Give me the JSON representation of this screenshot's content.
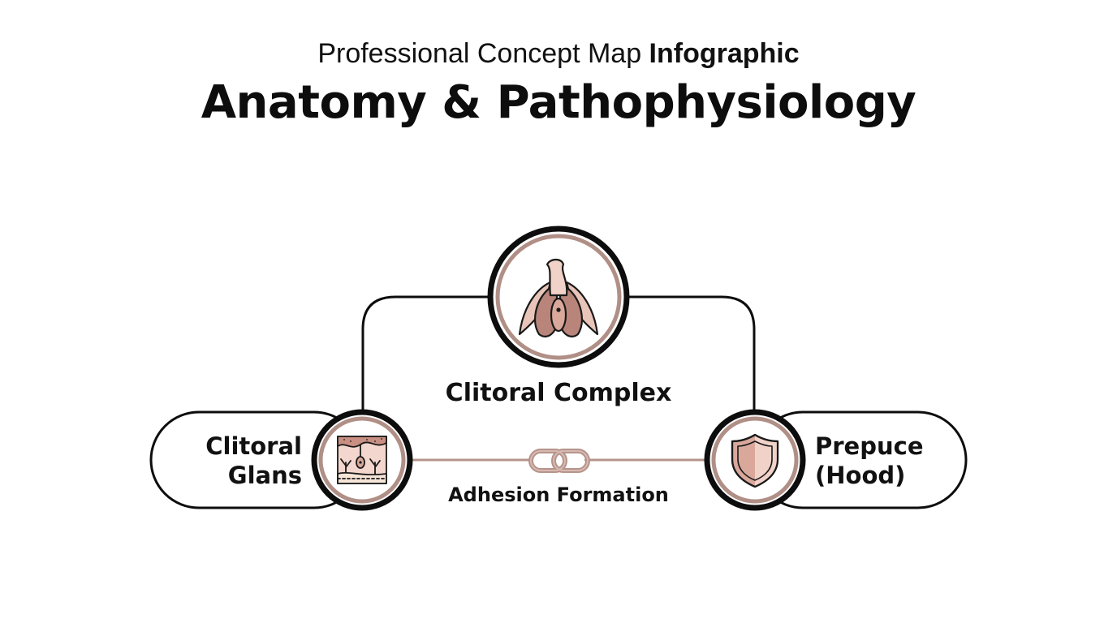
{
  "header": {
    "subtitle_regular": "Professional Concept Map ",
    "subtitle_bold": "Infographic",
    "title": "Anatomy & Pathophysiology"
  },
  "nodes": {
    "center": {
      "label": "Clitoral Complex",
      "icon": "clitoris-anatomy-icon"
    },
    "left": {
      "label_line1": "Clitoral",
      "label_line2": "Glans",
      "icon": "skin-tissue-layers-icon"
    },
    "right": {
      "label_line1": "Prepuce",
      "label_line2": "(Hood)",
      "icon": "shield-icon"
    }
  },
  "link": {
    "label": "Adhesion Formation",
    "icon": "chain-link-icon"
  },
  "colors": {
    "outline": "#0d0d0d",
    "accent_ring": "#b08f86",
    "connector": "#b5948c",
    "icon_fill_light": "#f1d2c9",
    "icon_fill_mid": "#d9a89b",
    "icon_fill_dark": "#b9857a"
  }
}
